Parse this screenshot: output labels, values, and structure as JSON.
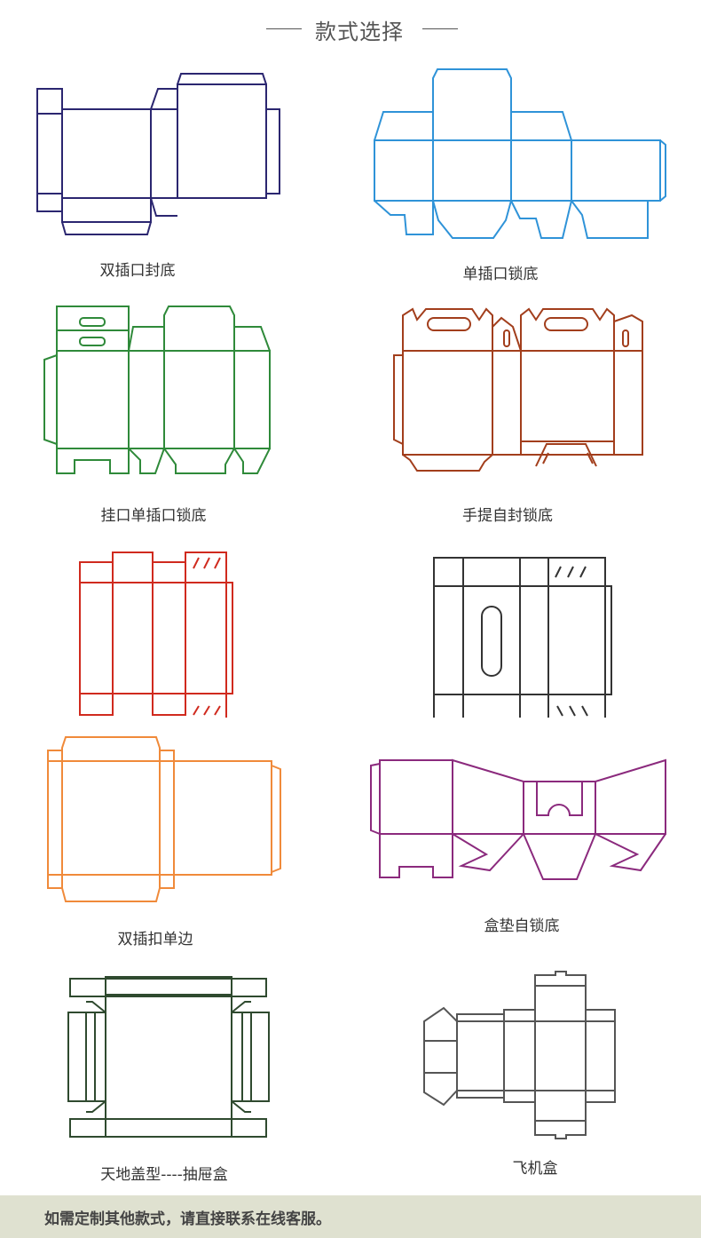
{
  "header": {
    "title": "款式选择"
  },
  "styles": [
    {
      "label": "双插口封底",
      "color": "#2b2670"
    },
    {
      "label": "单插口锁底",
      "color": "#2f93d8"
    },
    {
      "label": "挂口单插口锁底",
      "color": "#2f8a3a"
    },
    {
      "label": "手提自封锁底",
      "color": "#a23e1c"
    },
    {
      "label": "",
      "color": "#d02a1e"
    },
    {
      "label": "",
      "color": "#333333"
    },
    {
      "label": "双插扣单边",
      "color": "#f08a3a"
    },
    {
      "label": "盒垫自锁底",
      "color": "#8b2a7d"
    },
    {
      "label": "天地盖型----抽屉盒",
      "color": "#2f4a2f"
    },
    {
      "label": "飞机盒",
      "color": "#555555"
    }
  ],
  "footer": {
    "text": "如需定制其他款式，请直接联系在线客服。"
  }
}
